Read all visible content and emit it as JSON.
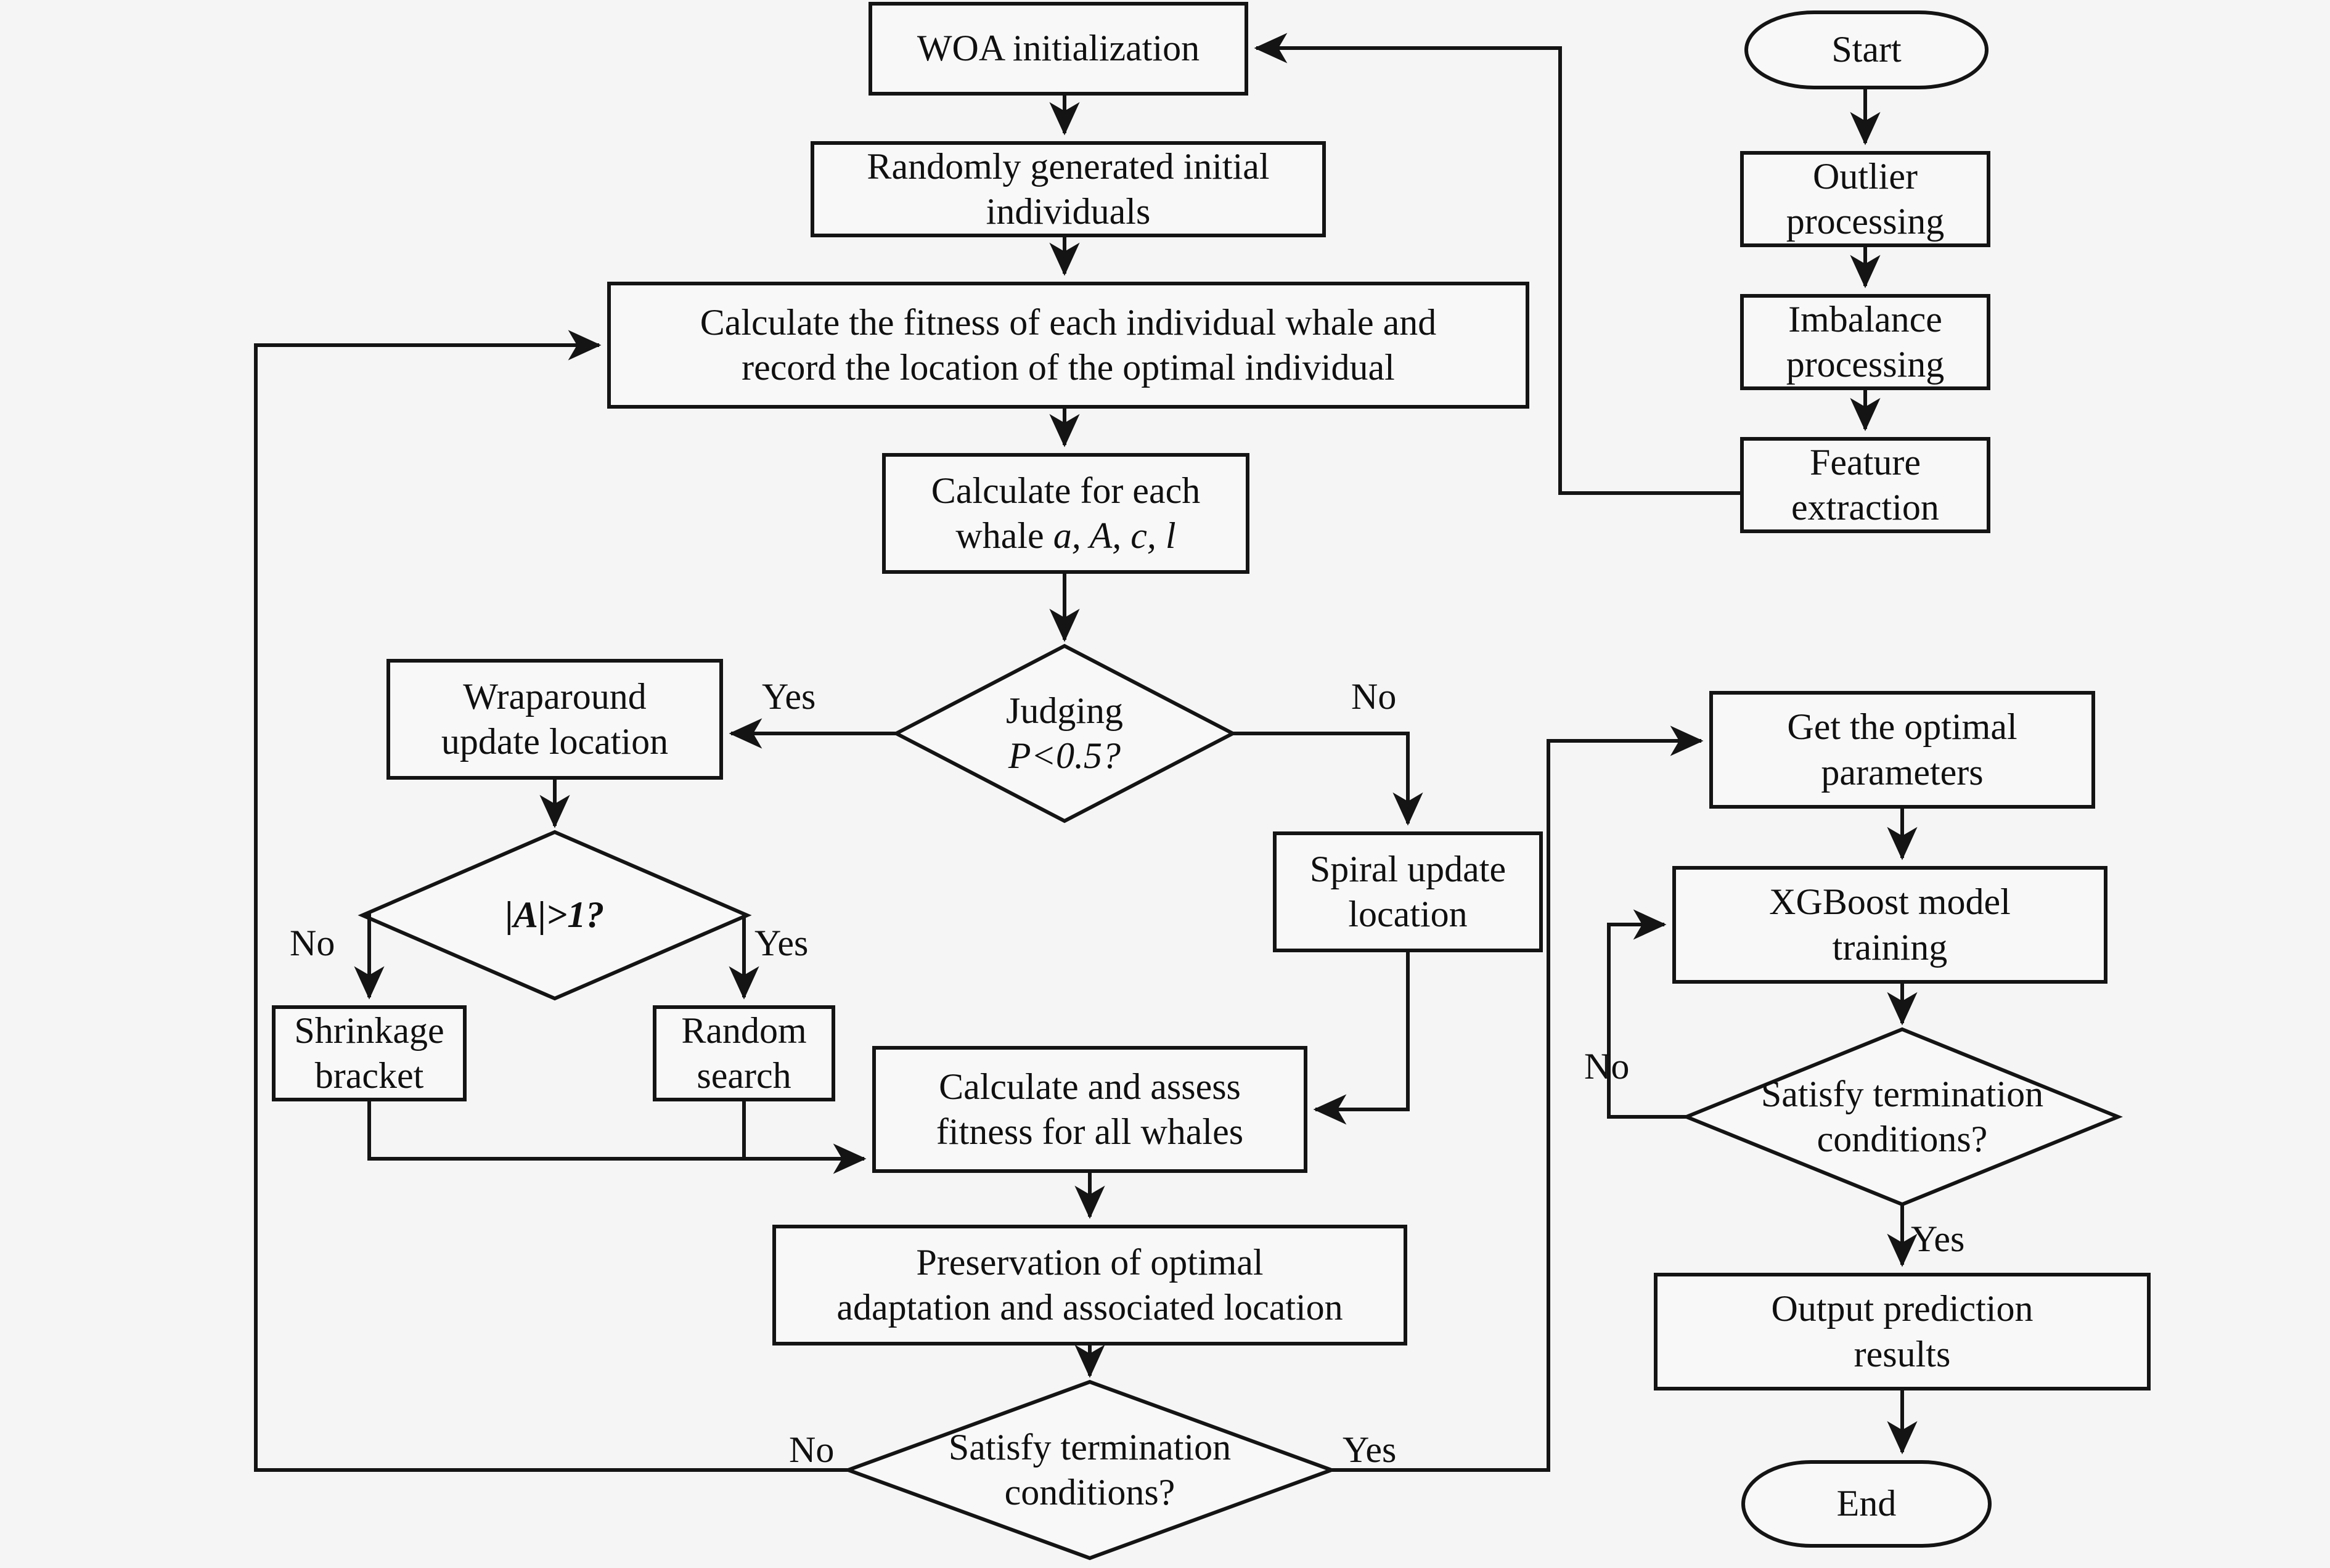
{
  "diagram": {
    "title": "WOA-XGBoost hybrid optimization flowchart",
    "background_color": "#f5f5f5",
    "line_color": "#141414",
    "shape_fill": "#f8f8f8"
  },
  "nodes": {
    "start": {
      "label": "Start",
      "shape": "terminator"
    },
    "outlier_processing": {
      "label": "Outlier\nprocessing",
      "shape": "process"
    },
    "imbalance_processing": {
      "label": "Imbalance\nprocessing",
      "shape": "process"
    },
    "feature_extraction": {
      "label": "Feature\nextraction",
      "shape": "process"
    },
    "woa_initialization": {
      "label": "WOA initialization",
      "shape": "process"
    },
    "random_individuals": {
      "label": "Randomly generated initial\nindividuals",
      "shape": "process"
    },
    "calculate_fitness": {
      "label": "Calculate the fitness of each individual whale and\nrecord the location of the optimal individual",
      "shape": "process"
    },
    "calculate_params": {
      "label_line1": "Calculate for each",
      "label_line2_prefix": "whale ",
      "label_vars": "a, A, c, l",
      "shape": "process"
    },
    "judging_p": {
      "label_line1": "Judging",
      "label_line2": "P<0.5?",
      "shape": "decision"
    },
    "wraparound_update": {
      "label": "Wraparound\nupdate location",
      "shape": "process"
    },
    "spiral_update": {
      "label": "Spiral update\nlocation",
      "shape": "process"
    },
    "abs_a_gt_1": {
      "label": "|A|>1?",
      "shape": "decision"
    },
    "shrinkage_bracket": {
      "label": "Shrinkage\nbracket",
      "shape": "process"
    },
    "random_search": {
      "label": "Random\nsearch",
      "shape": "process"
    },
    "assess_fitness": {
      "label": "Calculate and assess\nfitness for all whales",
      "shape": "process"
    },
    "preservation": {
      "label": "Preservation of optimal\nadaptation and associated location",
      "shape": "process"
    },
    "satisfy_termination_woa": {
      "label": "Satisfy termination\nconditions?",
      "shape": "decision"
    },
    "get_optimal_parameters": {
      "label": "Get the optimal\nparameters",
      "shape": "process"
    },
    "xgboost_training": {
      "label": "XGBoost model\ntraining",
      "shape": "process"
    },
    "satisfy_termination_xgb": {
      "label": "Satisfy termination\nconditions?",
      "shape": "decision"
    },
    "output_prediction": {
      "label": "Output prediction\nresults",
      "shape": "process"
    },
    "end": {
      "label": "End",
      "shape": "terminator"
    }
  },
  "edge_labels": {
    "judging_yes": "Yes",
    "judging_no": "No",
    "abs_a_no": "No",
    "abs_a_yes": "Yes",
    "woa_term_no": "No",
    "woa_term_yes": "Yes",
    "xgb_term_no": "No",
    "xgb_term_yes": "Yes"
  }
}
